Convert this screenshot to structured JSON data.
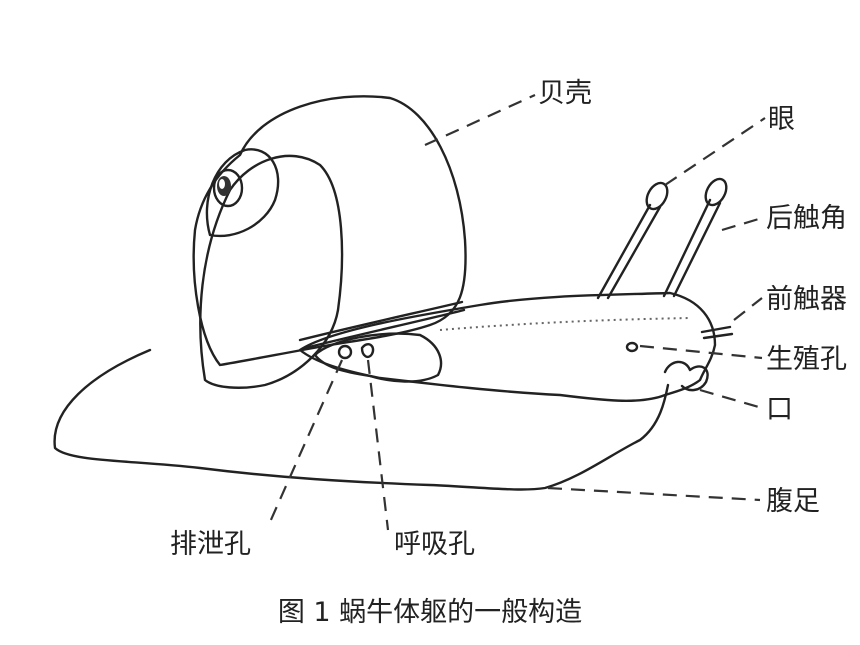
{
  "diagram": {
    "labels": {
      "shell": "贝壳",
      "eye": "眼",
      "rear_tentacle": "后触角",
      "front_tentacle": "前触器",
      "genital_pore": "生殖孔",
      "mouth": "口",
      "foot": "腹足",
      "excretory_pore": "排泄孔",
      "breathing_pore": "呼吸孔"
    },
    "caption": "图 1 蜗牛体躯的一般构造"
  }
}
